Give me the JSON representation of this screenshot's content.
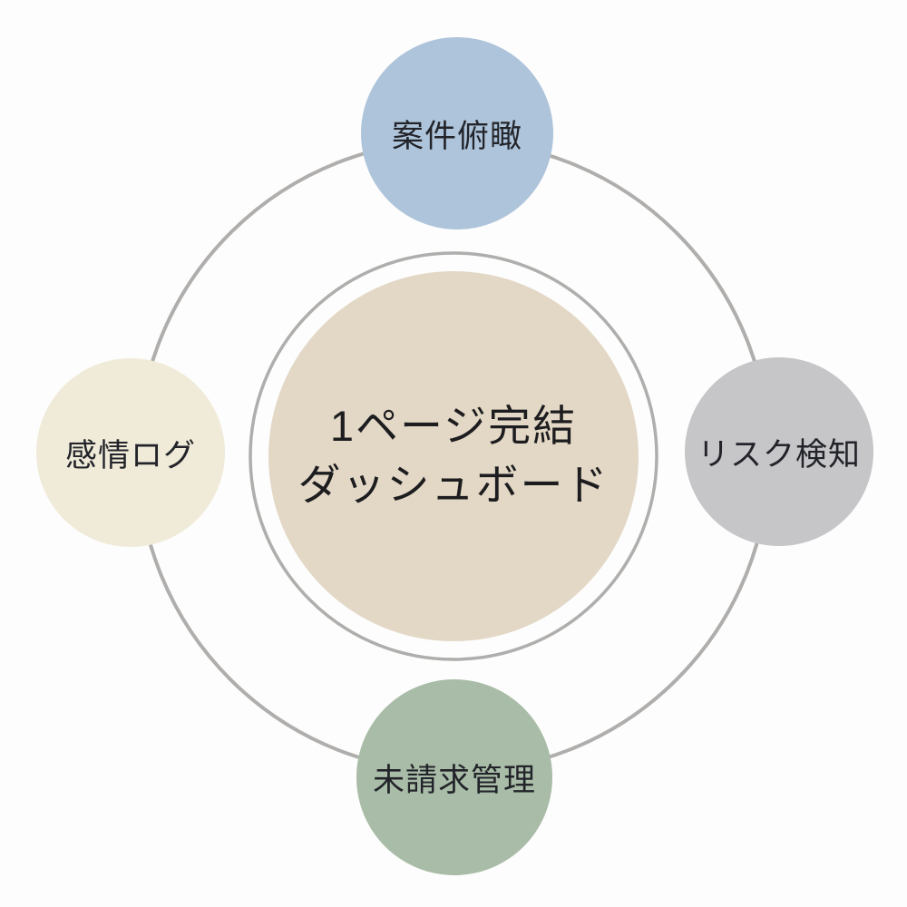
{
  "background_color": "#fdfdfd",
  "rings": {
    "color": "#b0aeac"
  },
  "center": {
    "line1": "1ページ完結",
    "line2": "ダッシュボード",
    "color": "#e3d8c6",
    "text_color": "#1d1d1f"
  },
  "nodes": [
    {
      "id": "top",
      "label": "案件俯瞰",
      "color": "#aec4da"
    },
    {
      "id": "right",
      "label": "リスク検知",
      "color": "#c6c5c8"
    },
    {
      "id": "bottom",
      "label": "未請求管理",
      "color": "#a9bca7"
    },
    {
      "id": "left",
      "label": "感情ログ",
      "color": "#f0ebd9"
    }
  ]
}
